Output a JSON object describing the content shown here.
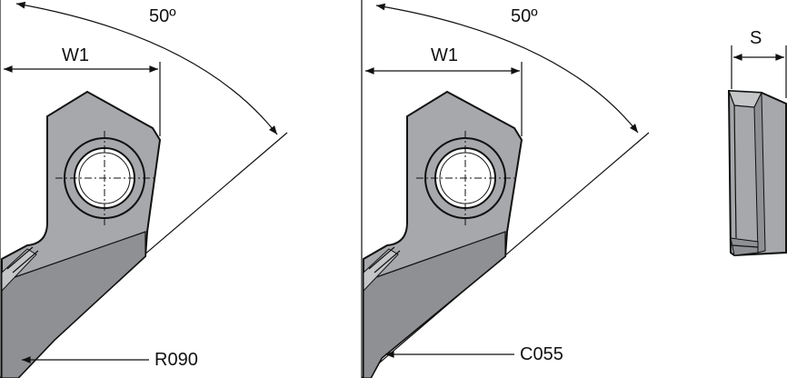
{
  "views": [
    {
      "name": "left-view",
      "angle_label": "50º",
      "width_label": "W1",
      "callout_label": "R090"
    },
    {
      "name": "middle-view",
      "angle_label": "50º",
      "width_label": "W1",
      "callout_label": "C055"
    },
    {
      "name": "side-view",
      "thickness_label": "S"
    }
  ],
  "colors": {
    "insert_fill": "#a6a8ab",
    "insert_dark": "#8e9093",
    "insert_light": "#c4c6c8",
    "line": "#111111",
    "background": "#ffffff"
  }
}
